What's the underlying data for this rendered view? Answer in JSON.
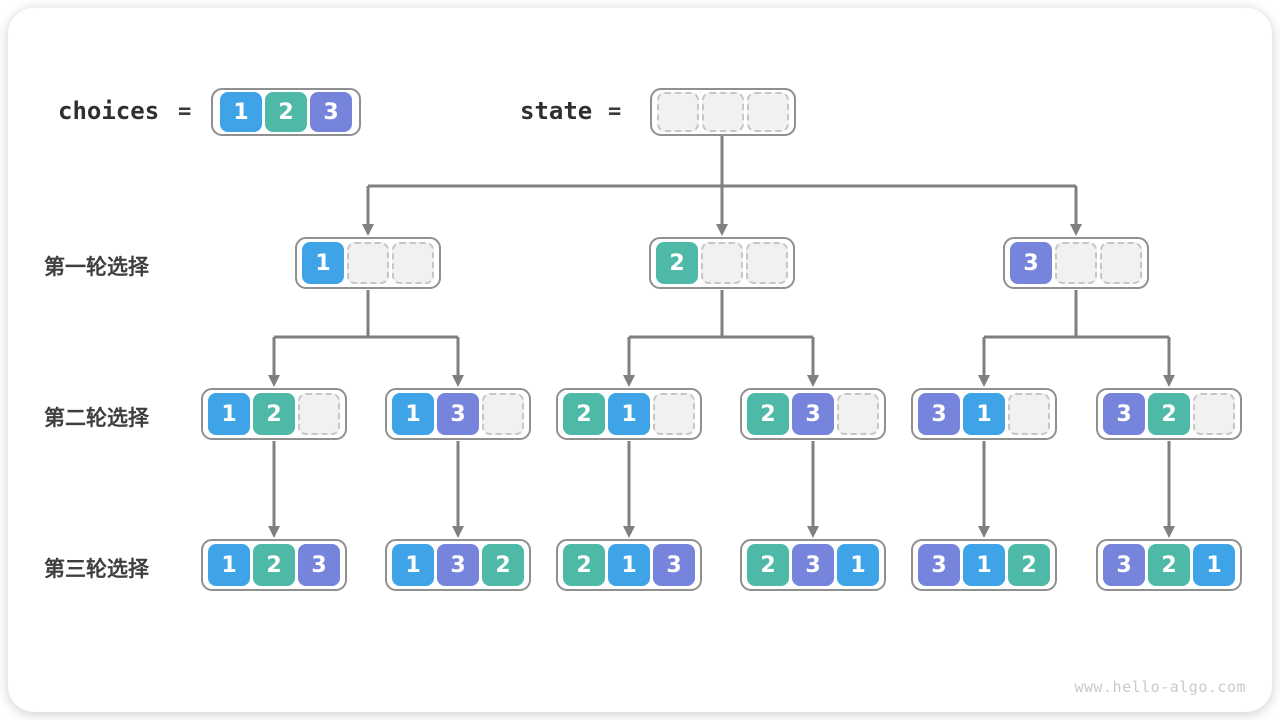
{
  "figure": {
    "watermark": "www.hello-algo.com"
  },
  "colors": {
    "choice_1_blue": "#3FA4E7",
    "choice_2_teal": "#4FB9A8",
    "choice_3_purple": "#7784DC",
    "connector_gray": "#7F7F7F",
    "node_border_gray": "#909090",
    "empty_cell_fill": "#F1F1F2",
    "empty_cell_border": "#C6C6C6"
  },
  "header": {
    "choices": {
      "label": "choices",
      "equals": "=",
      "cells": [
        "1",
        "2",
        "3"
      ]
    },
    "state": {
      "label": "state",
      "equals": "=",
      "cells": [
        "",
        "",
        ""
      ]
    }
  },
  "tree": {
    "rows": [
      {
        "label": "第一轮选择",
        "nodes": [
          {
            "cells": [
              "1",
              "",
              ""
            ]
          },
          {
            "cells": [
              "2",
              "",
              ""
            ]
          },
          {
            "cells": [
              "3",
              "",
              ""
            ]
          }
        ]
      },
      {
        "label": "第二轮选择",
        "nodes": [
          {
            "cells": [
              "1",
              "2",
              ""
            ]
          },
          {
            "cells": [
              "1",
              "3",
              ""
            ]
          },
          {
            "cells": [
              "2",
              "1",
              ""
            ]
          },
          {
            "cells": [
              "2",
              "3",
              ""
            ]
          },
          {
            "cells": [
              "3",
              "1",
              ""
            ]
          },
          {
            "cells": [
              "3",
              "2",
              ""
            ]
          }
        ]
      },
      {
        "label": "第三轮选择",
        "nodes": [
          {
            "cells": [
              "1",
              "2",
              "3"
            ]
          },
          {
            "cells": [
              "1",
              "3",
              "2"
            ]
          },
          {
            "cells": [
              "2",
              "1",
              "3"
            ]
          },
          {
            "cells": [
              "2",
              "3",
              "1"
            ]
          },
          {
            "cells": [
              "3",
              "1",
              "2"
            ]
          },
          {
            "cells": [
              "3",
              "2",
              "1"
            ]
          }
        ]
      }
    ]
  }
}
